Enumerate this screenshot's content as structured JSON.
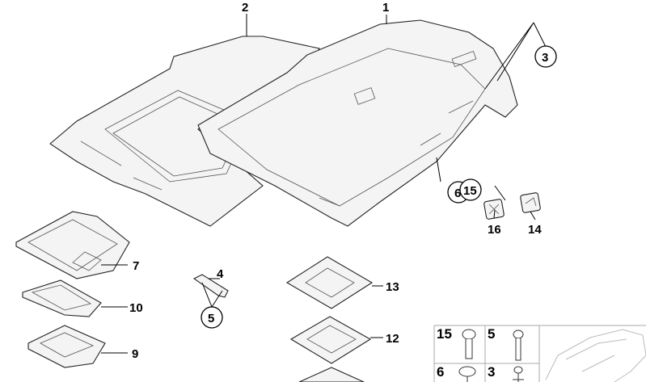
{
  "diagram": {
    "callouts": [
      {
        "id": "part-1",
        "text": "1",
        "circled": false
      },
      {
        "id": "part-2",
        "text": "2",
        "circled": false
      },
      {
        "id": "part-3",
        "text": "3",
        "circled": true
      },
      {
        "id": "part-6",
        "text": "6",
        "circled": true
      },
      {
        "id": "part-15",
        "text": "15",
        "circled": true
      },
      {
        "id": "part-16",
        "text": "16",
        "circled": false
      },
      {
        "id": "part-14",
        "text": "14",
        "circled": false
      },
      {
        "id": "part-7",
        "text": "7",
        "circled": false
      },
      {
        "id": "part-4",
        "text": "4",
        "circled": false
      },
      {
        "id": "part-5",
        "text": "5",
        "circled": true
      },
      {
        "id": "part-10",
        "text": "10",
        "circled": false
      },
      {
        "id": "part-9",
        "text": "9",
        "circled": false
      },
      {
        "id": "part-13",
        "text": "13",
        "circled": false
      },
      {
        "id": "part-12",
        "text": "12",
        "circled": false
      }
    ],
    "fastener_table": [
      {
        "text": "15",
        "icon": "screw-icon"
      },
      {
        "text": "5",
        "icon": "screw-icon"
      },
      {
        "text": "6",
        "icon": "clip-icon"
      },
      {
        "text": "3",
        "icon": "clip-icon"
      }
    ],
    "thumbnail_icon": "car-outline-icon"
  }
}
